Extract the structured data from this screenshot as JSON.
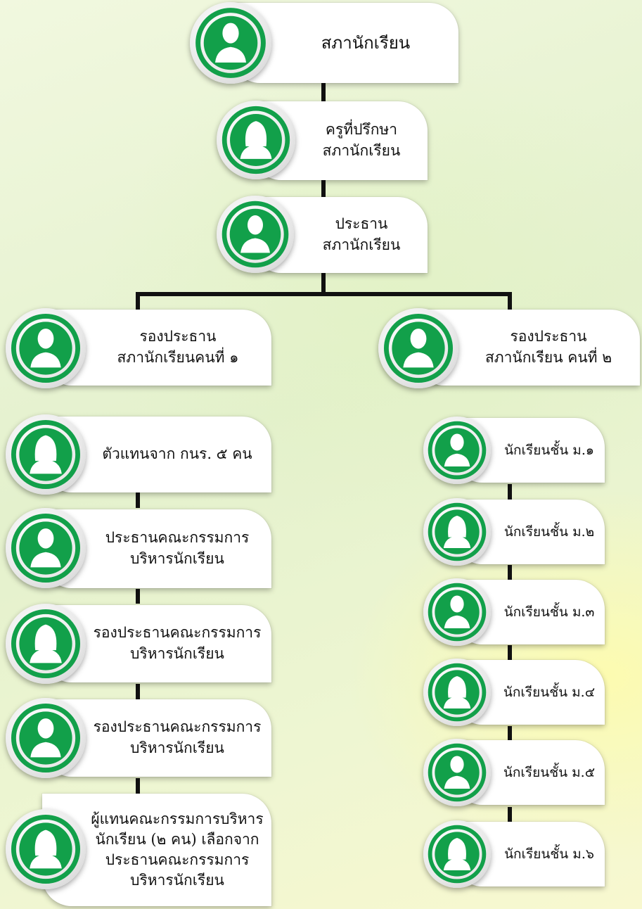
{
  "nodes": {
    "council": "สภานักเรียน",
    "advisor": "ครูที่ปรึกษา\nสภานักเรียน",
    "president": "ประธาน\nสภานักเรียน",
    "vp1": "รองประธาน\nสภานักเรียนคนที่ ๑",
    "vp2": "รองประธาน\nสภานักเรียน คนที่ ๒",
    "rep_knr": "ตัวแทนจาก กนร. ๕ คน",
    "chair_committee": "ประธานคณะกรรมการ\nบริหารนักเรียน",
    "vice_chair_committee_1": "รองประธานคณะกรรมการ\nบริหารนักเรียน",
    "vice_chair_committee_2": "รองประธานคณะกรรมการ\nบริหารนักเรียน",
    "committee_reps": "ผู้แทนคณะกรรมการบริหาร\nนักเรียน (๒ คน) เลือกจาก\nประธานคณะกรรมการ\nบริหารนักเรียน",
    "grade_m1": "นักเรียนชั้น ม.๑",
    "grade_m2": "นักเรียนชั้น ม.๒",
    "grade_m3": "นักเรียนชั้น ม.๓",
    "grade_m4": "นักเรียนชั้น ม.๔",
    "grade_m5": "นักเรียนชั้น ม.๕",
    "grade_m6": "นักเรียนชั้น ม.๖"
  },
  "colors": {
    "accent_green": "#12a04a",
    "connector": "#111111",
    "card_bg": "#ffffff"
  },
  "icons": {
    "male": "person-male-icon",
    "female": "person-female-icon"
  }
}
